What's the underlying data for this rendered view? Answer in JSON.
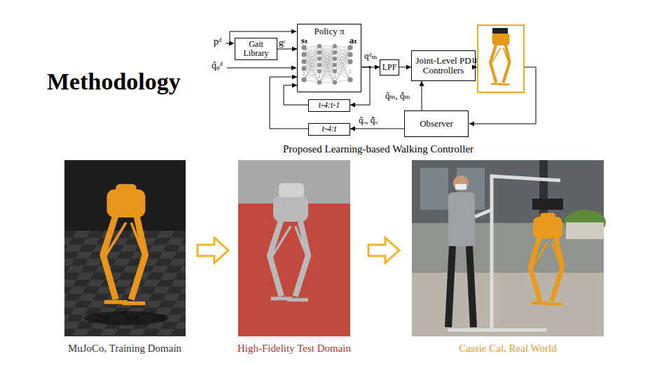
{
  "diagram": {
    "title": "Methodology",
    "caption": "Proposed Learning-based Walking Controller",
    "nodes": [
      {
        "text": [
          "Gait Library"
        ]
      },
      {
        "text": [
          "Policy π",
          "sₜ",
          "aₜ"
        ]
      },
      {
        "text": [
          "LPF"
        ]
      },
      {
        "text": [
          "Joint-Level PD Controllers"
        ]
      },
      {
        "text": [
          "Observer"
        ]
      },
      {
        "text": [
          "t-4:t-1"
        ]
      },
      {
        "text": [
          "t-4:t"
        ]
      }
    ],
    "edges": [
      {
        "from": 0,
        "to": 1,
        "label": "gʳ",
        "arrow": "to"
      },
      {
        "from": 1,
        "to": 2,
        "label": "qᵈₘ",
        "arrow": "to"
      },
      {
        "from": 2,
        "to": 3,
        "arrow": "to"
      },
      {
        "from": 4,
        "to": 3,
        "label": "q̂ₘ, q̇̂ₘ",
        "arrow": "to"
      },
      {
        "from": 1,
        "to": 5,
        "arrow": "to"
      },
      {
        "from": 5,
        "to": 1,
        "arrow": "to"
      },
      {
        "from": 4,
        "to": 6,
        "label": "q̂ₒ, q̇̂ₒ",
        "arrow": "to"
      },
      {
        "from": 6,
        "to": 1,
        "arrow": "to"
      }
    ],
    "labels": [
      "pᵈ",
      "q̂ᵩᵈ",
      "u",
      "MuJoCo, Training Domain",
      "High-Fidelity Test Domain",
      "Cassie Cal, Real World"
    ]
  }
}
